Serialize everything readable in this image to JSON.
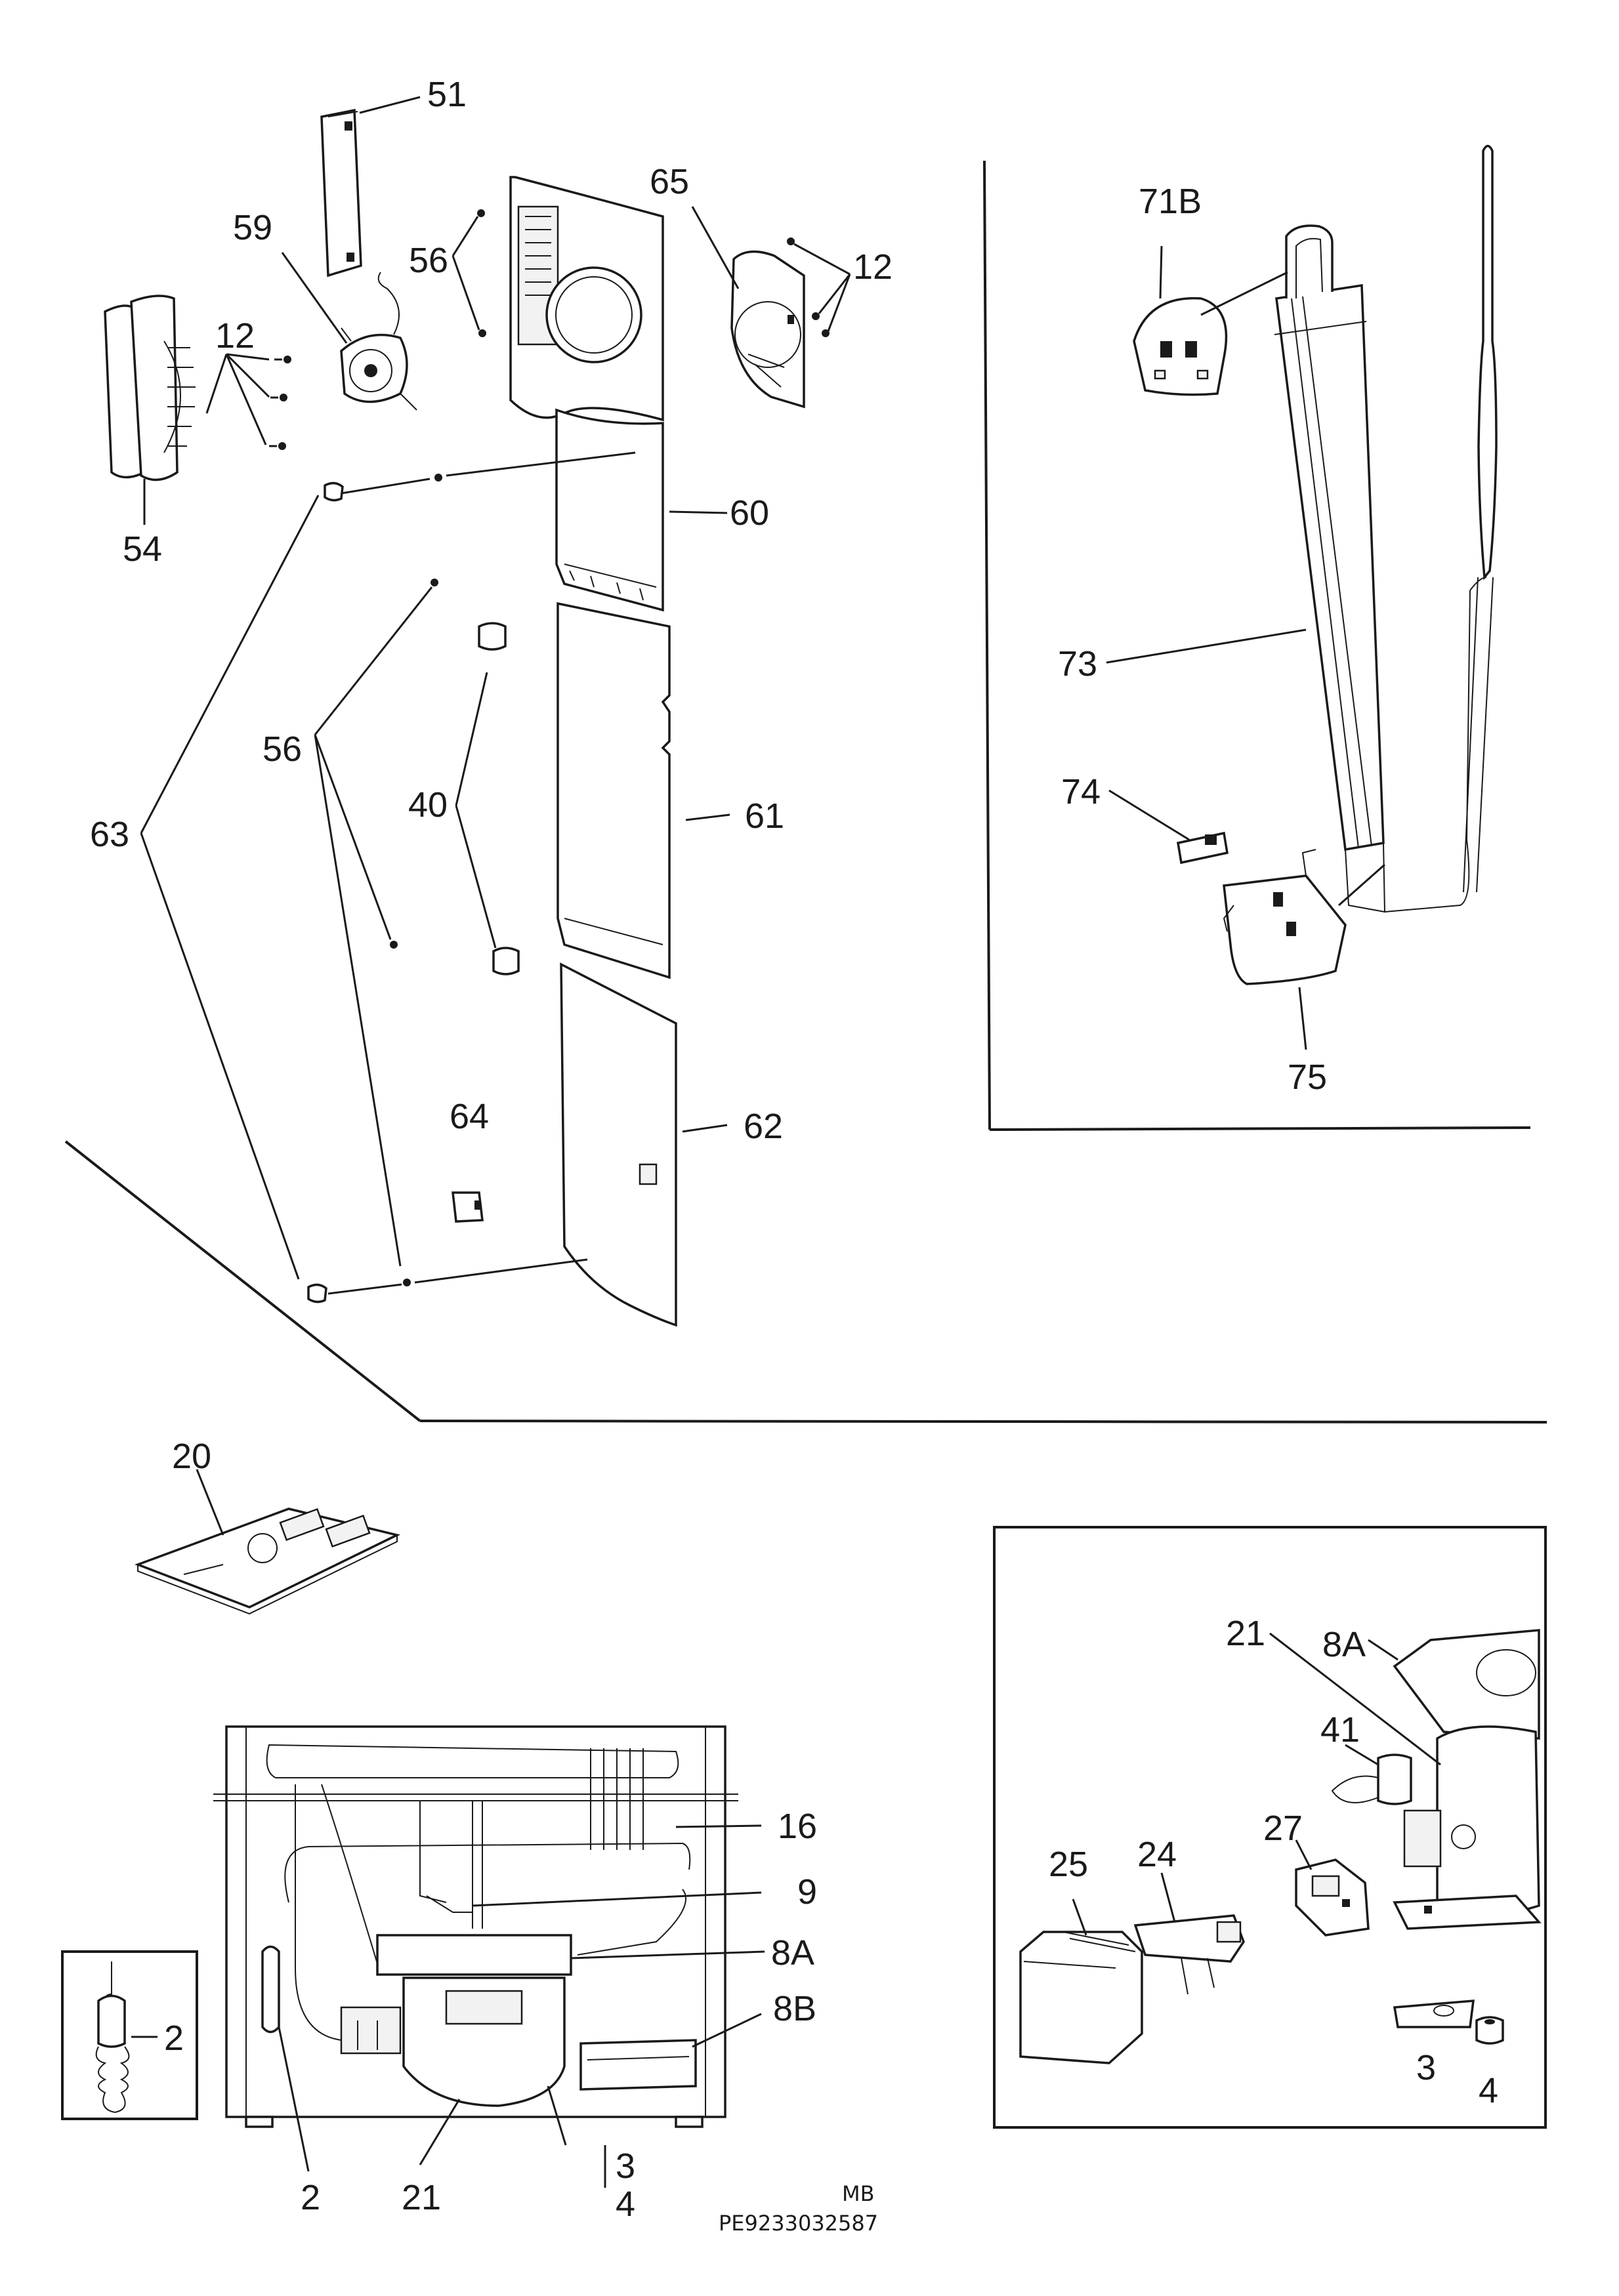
{
  "labels": {
    "p51": "51",
    "p59": "59",
    "p56a": "56",
    "p65": "65",
    "p12a": "12",
    "p12b": "12",
    "p54": "54",
    "p60": "60",
    "p56b": "56",
    "p40": "40",
    "p61": "61",
    "p63": "63",
    "p64": "64",
    "p62": "62",
    "p71b": "71B",
    "p73": "73",
    "p74": "74",
    "p75": "75",
    "p20": "20",
    "p16": "16",
    "p9": "9",
    "p8a": "8A",
    "p8b": "8B",
    "p2a": "2",
    "p2b": "2",
    "p21a": "21",
    "p3a": "3",
    "p4a": "4",
    "p21b": "21",
    "p8a_b": "8A",
    "p41": "41",
    "p27": "27",
    "p25": "25",
    "p24": "24",
    "p3b": "3",
    "p4b": "4"
  },
  "footer": {
    "author": "MB",
    "code": "PE9233032587"
  }
}
